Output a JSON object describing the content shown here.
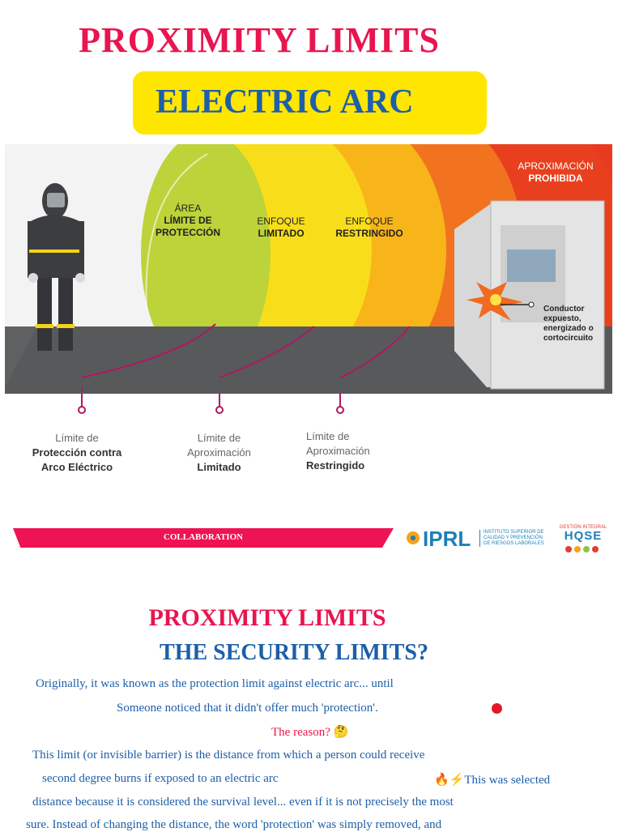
{
  "header": {
    "title": "PROXIMITY  LIMITS",
    "subtitle": "ELECTRIC ARC"
  },
  "infographic": {
    "zones": [
      {
        "line1": "ÁREA",
        "line2": "LÍMITE DE",
        "line3": "PROTECCIÓN"
      },
      {
        "line1": "ENFOQUE",
        "line2": "LIMITADO"
      },
      {
        "line1": "ENFOQUE",
        "line2": "RESTRINGIDO"
      }
    ],
    "prohibited": {
      "line1": "APROXIMACIÓN",
      "line2": "PROHIBIDA"
    },
    "conductor": "Conductor expuesto, energizado o cortocircuito",
    "limits": [
      {
        "line1": "Límite de",
        "line2": "Protección contra",
        "line3": "Arco Eléctrico"
      },
      {
        "line1": "Límite de",
        "line2": "Aproximación",
        "line3": "Limitado"
      },
      {
        "line1": "Límite de",
        "line2": "Aproximación",
        "line3": "Restringido"
      }
    ],
    "colors": {
      "green": "#b9d23a",
      "yellow": "#f7d713",
      "orange": "#f59a1c",
      "red": "#e83a1f",
      "magenta": "#b01763"
    }
  },
  "collab": {
    "label": "COLLABORATION",
    "iprl_word": "IPRL",
    "iprl_sub": "INSTITUTO SUPERIOR DE CALIDAD Y PREVENCIÓN DE RIESGOS LABORALES",
    "hqse_top": "GESTIÓN INTEGRAL",
    "hqse_word": "HQSE"
  },
  "article": {
    "h1": "PROXIMITY LIMITS",
    "h2": "THE SECURITY LIMITS?",
    "lines": [
      "Originally, it was known as the protection limit against electric arc... until",
      "Someone noticed that it didn't offer much 'protection'.",
      "The reason? 🤔",
      "This limit (or invisible barrier) is the distance from which a person could receive",
      "second degree burns if exposed to an electric arc",
      "🔥⚡This was selected",
      "distance because it is considered the survival level... even if it is not precisely the most",
      "sure.   Instead   of   changing   the   distance,   the   word   'protection'   was   simply   removed,   and"
    ]
  }
}
